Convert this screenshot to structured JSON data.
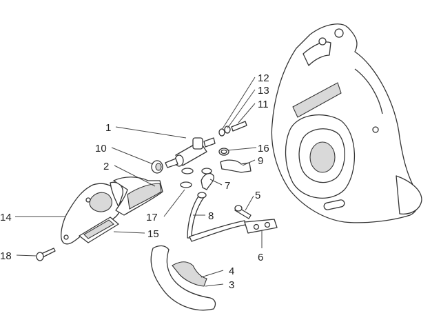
{
  "callouts": {
    "c1": "1",
    "c2": "2",
    "c3": "3",
    "c4": "4",
    "c5": "5",
    "c6": "6",
    "c7": "7",
    "c8": "8",
    "c9": "9",
    "c10": "10",
    "c11": "11",
    "c12": "12",
    "c13": "13",
    "c14": "14",
    "c15": "15",
    "c16": "16",
    "c17": "17",
    "c18": "18"
  },
  "colors": {
    "line": "#333333",
    "shade": "#d9d9d9",
    "background": "#ffffff"
  }
}
